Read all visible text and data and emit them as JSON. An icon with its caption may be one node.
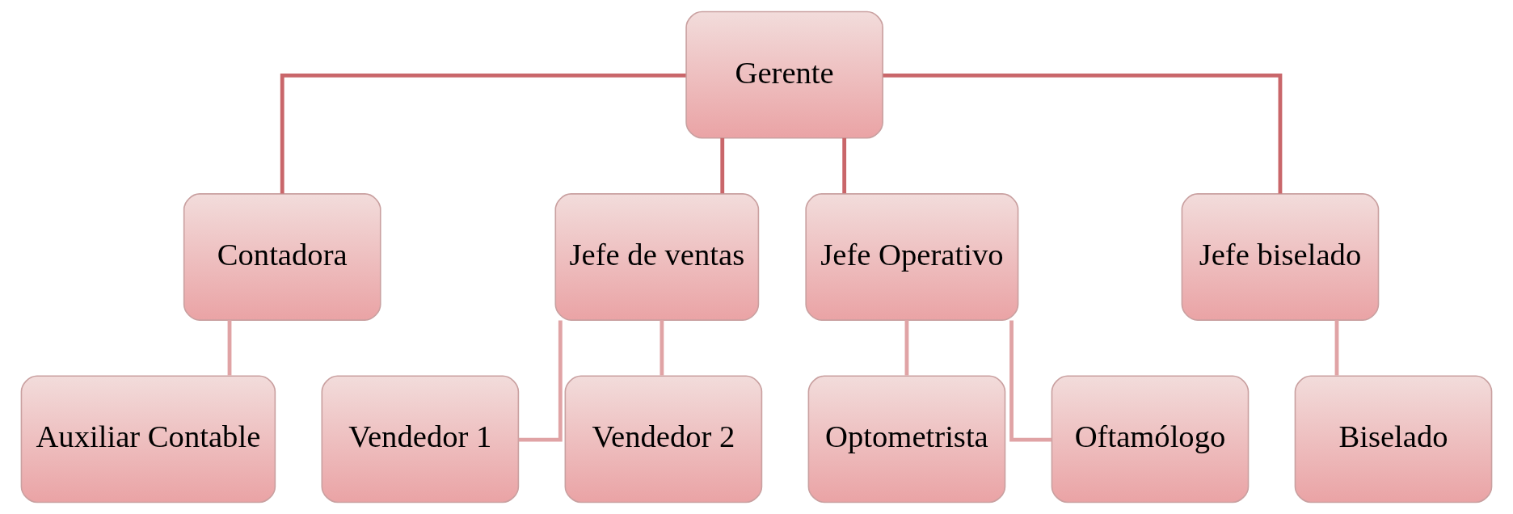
{
  "diagram": {
    "nodes": [
      {
        "text": [
          "Gerente"
        ]
      },
      {
        "text": [
          "Contadora"
        ]
      },
      {
        "text": [
          "Jefe de ventas"
        ]
      },
      {
        "text": [
          "Jefe Operativo"
        ]
      },
      {
        "text": [
          "Jefe biselado"
        ]
      },
      {
        "text": [
          "Auxiliar Contable"
        ]
      },
      {
        "text": [
          "Vendedor 1"
        ]
      },
      {
        "text": [
          "Vendedor 2"
        ]
      },
      {
        "text": [
          "Optometrista"
        ]
      },
      {
        "text": [
          "Oftamólogo"
        ]
      },
      {
        "text": [
          "Biselado"
        ]
      }
    ],
    "edges": [
      {
        "from": 0,
        "to": 1,
        "arrow": "none",
        "color": "#c9666a"
      },
      {
        "from": 0,
        "to": 2,
        "arrow": "none",
        "color": "#c9666a"
      },
      {
        "from": 0,
        "to": 3,
        "arrow": "none",
        "color": "#c9666a"
      },
      {
        "from": 0,
        "to": 4,
        "arrow": "none",
        "color": "#c9666a"
      },
      {
        "from": 1,
        "to": 5,
        "arrow": "none"
      },
      {
        "from": 2,
        "to": 6,
        "arrow": "none"
      },
      {
        "from": 2,
        "to": 7,
        "arrow": "none"
      },
      {
        "from": 3,
        "to": 8,
        "arrow": "none"
      },
      {
        "from": 3,
        "to": 9,
        "arrow": "none"
      },
      {
        "from": 4,
        "to": 10,
        "arrow": "none"
      }
    ]
  }
}
